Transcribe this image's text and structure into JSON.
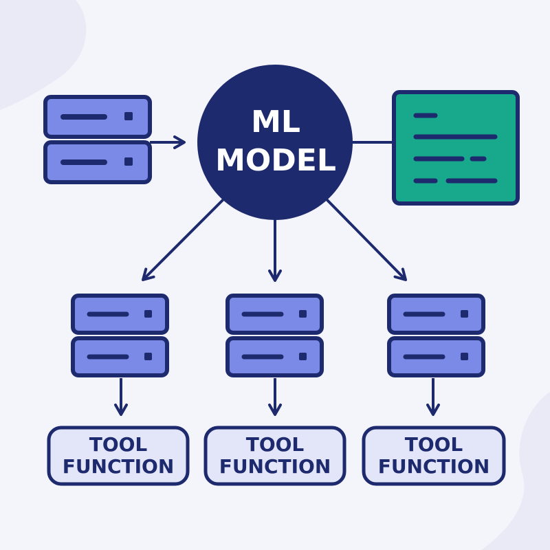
{
  "model": {
    "line1": "ML",
    "line2": "MODEL"
  },
  "tools": [
    {
      "line1": "TOOL",
      "line2": "FUNCTION"
    },
    {
      "line1": "TOOL",
      "line2": "FUNCTION"
    },
    {
      "line1": "TOOL",
      "line2": "FUNCTION"
    }
  ],
  "colors": {
    "navy": "#1e2a6e",
    "server": "#7b8ae6",
    "output": "#18a88c",
    "tool_fill": "#e3e5f8",
    "background": "#f4f4fb"
  },
  "icons": {
    "input": "server-stack-icon",
    "output": "document-lines-icon",
    "tools": "server-stack-icon"
  }
}
